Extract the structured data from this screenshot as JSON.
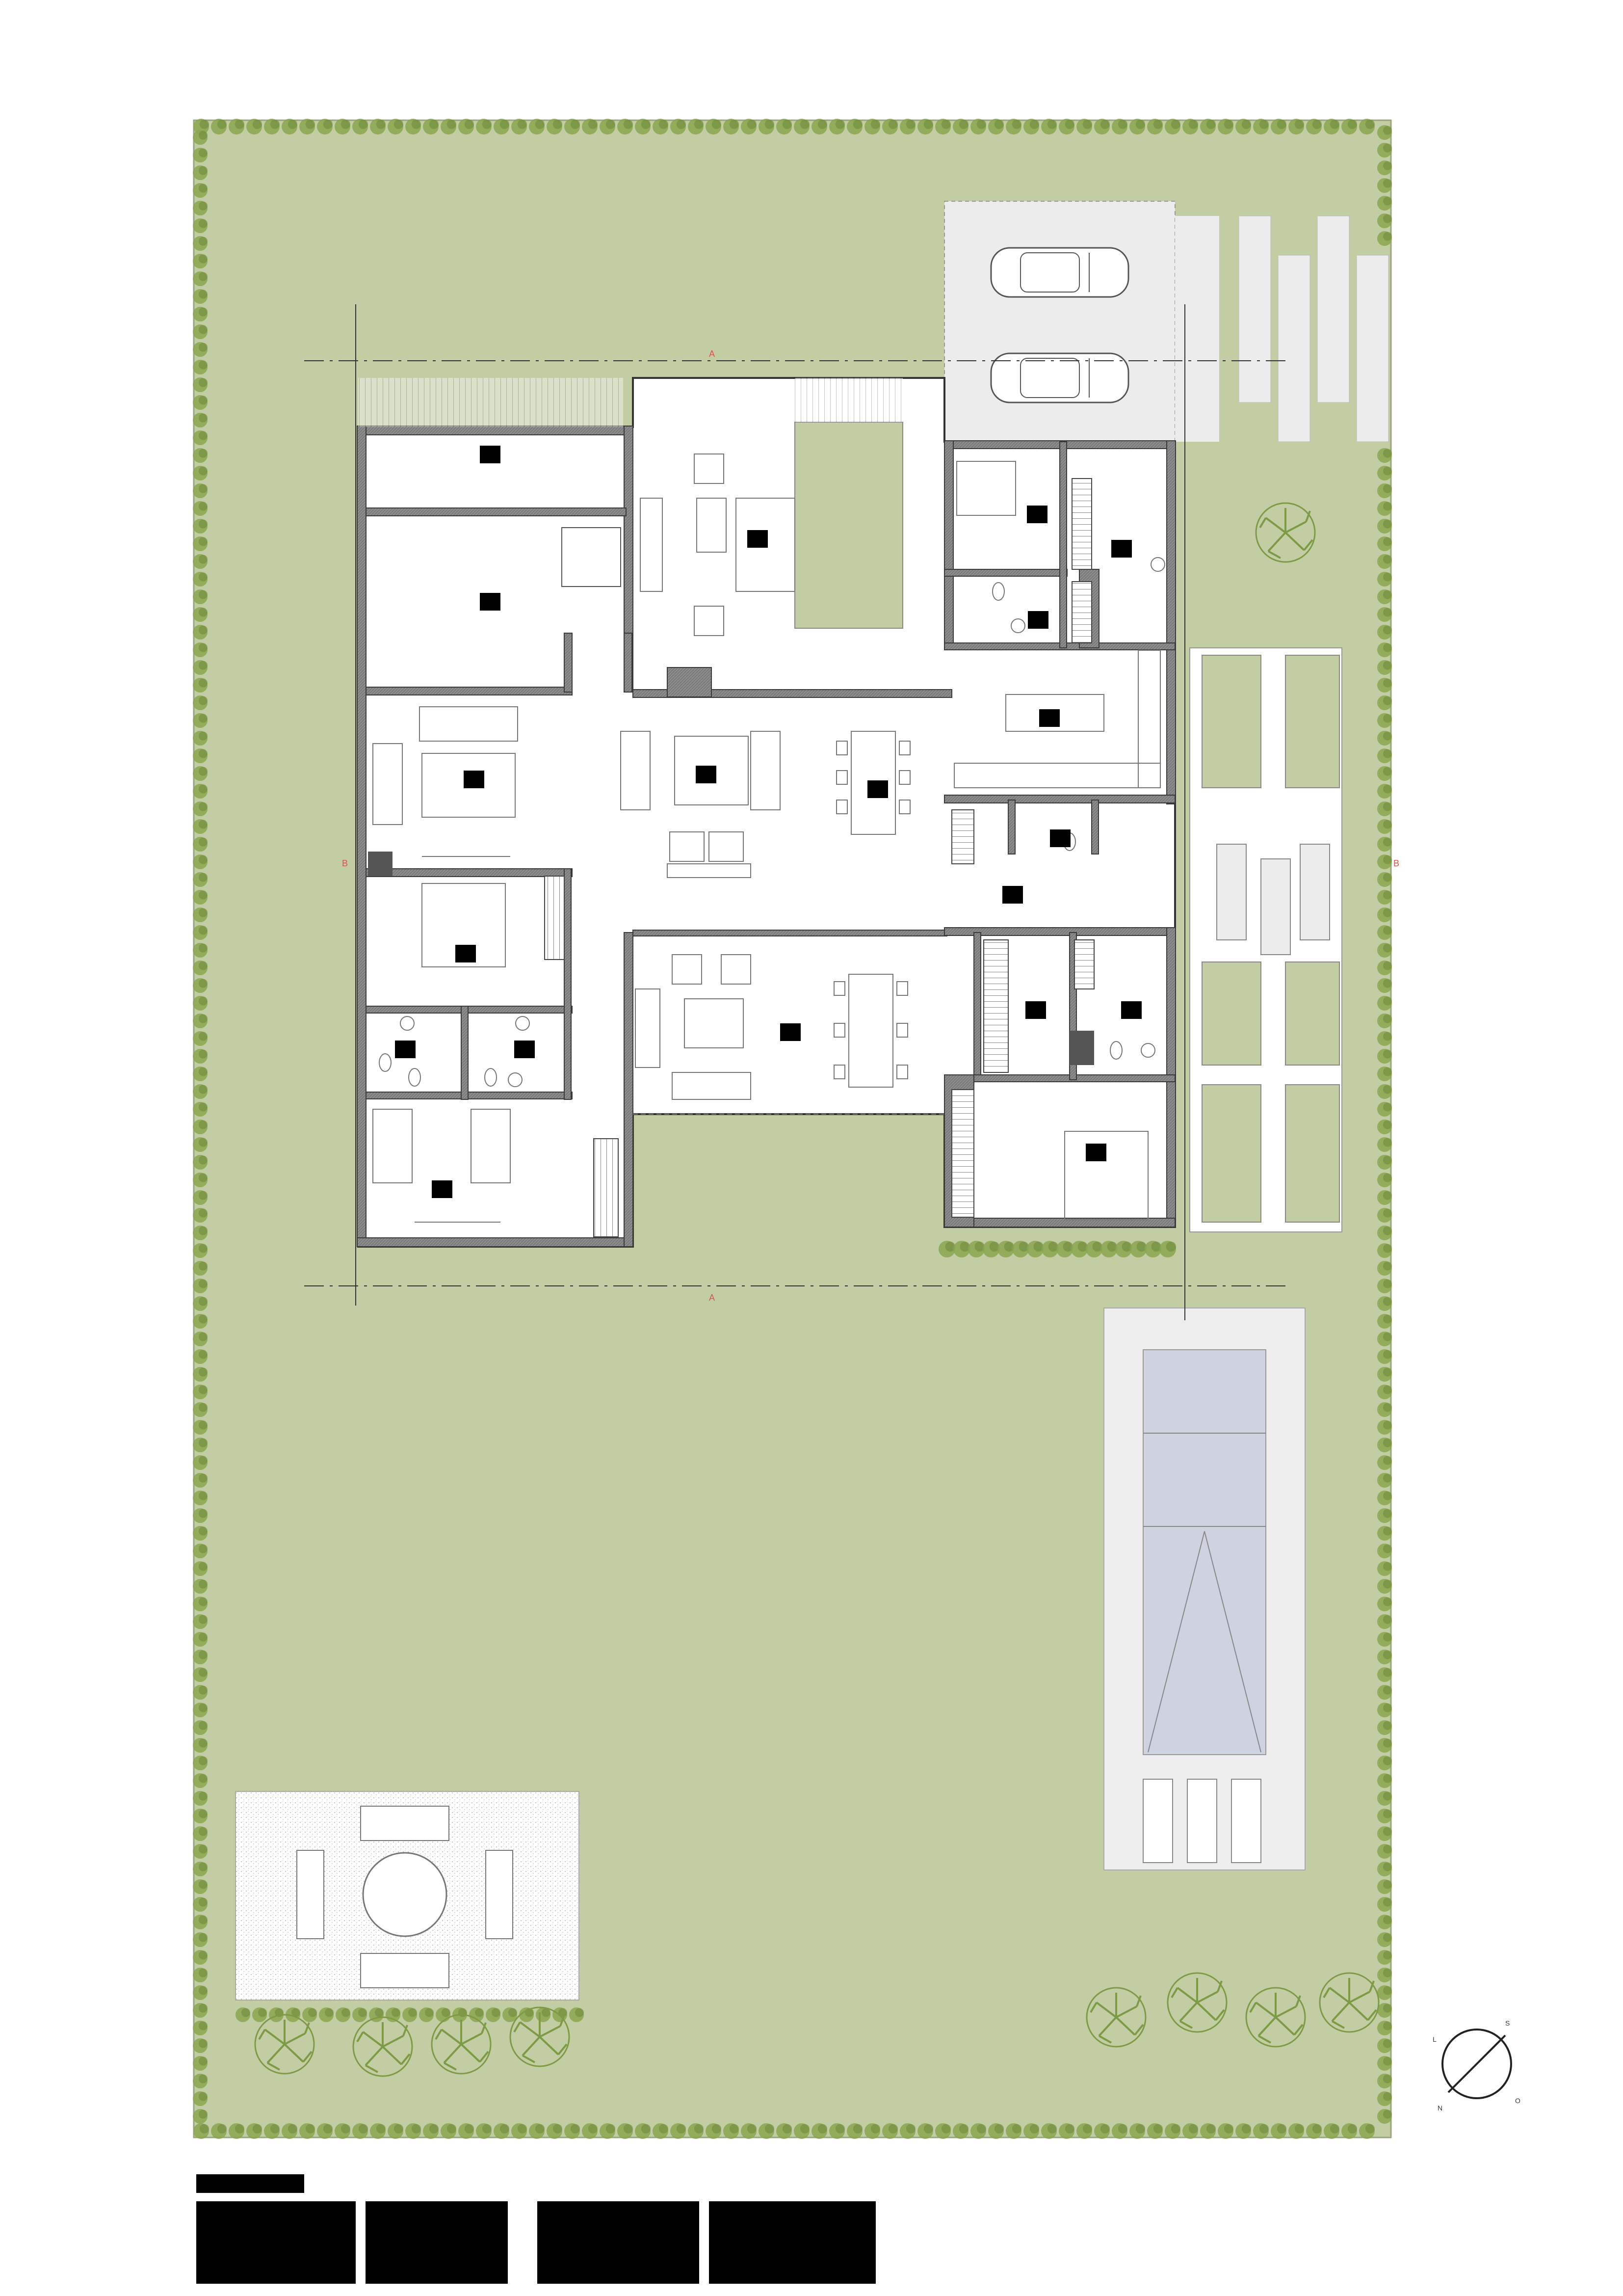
{
  "plan": {
    "colors": {
      "lawn": "#c3cda4",
      "hedge": "#8aa650",
      "hedge_dark": "#6f8a3c",
      "tree": "#7d9a45",
      "wall": "#8c8c8c",
      "wall_edge": "#3a3a3a",
      "floor": "#ffffff",
      "paving": "#ececec",
      "pool_water": "#cfd3e0",
      "pool_deck": "#eeeeee",
      "redacted": "#000000",
      "section_marker": "#d9534f"
    },
    "section_markers": [
      {
        "label": "A"
      },
      {
        "label": "A"
      },
      {
        "label": "B"
      },
      {
        "label": "B"
      }
    ],
    "compass": {
      "letters": [
        "L",
        "S",
        "N",
        "O"
      ]
    },
    "icons": {
      "compass": "compass-icon",
      "tree": "tree-icon",
      "car": "car-icon",
      "bed": "bed-icon",
      "sofa": "sofa-icon",
      "dining_table": "dining-table-icon",
      "toilet": "toilet-icon",
      "sink": "sink-icon",
      "sun_lounger": "sun-lounger-icon",
      "bench": "bench-icon",
      "pergola_table": "round-table-icon",
      "room_label_redacted": "redacted-label-block"
    },
    "rooms": [
      {
        "id": "storage"
      },
      {
        "id": "garage-room"
      },
      {
        "id": "living-patio"
      },
      {
        "id": "courtyard-garden"
      },
      {
        "id": "service-bedroom"
      },
      {
        "id": "laundry"
      },
      {
        "id": "service-bath"
      },
      {
        "id": "kitchen"
      },
      {
        "id": "family-room"
      },
      {
        "id": "living-room"
      },
      {
        "id": "dining"
      },
      {
        "id": "powder-room"
      },
      {
        "id": "hall"
      },
      {
        "id": "bedroom-1"
      },
      {
        "id": "bath-1"
      },
      {
        "id": "bath-2"
      },
      {
        "id": "bedroom-2"
      },
      {
        "id": "gallery"
      },
      {
        "id": "dressing"
      },
      {
        "id": "master-bath"
      },
      {
        "id": "master-bedroom"
      }
    ]
  }
}
